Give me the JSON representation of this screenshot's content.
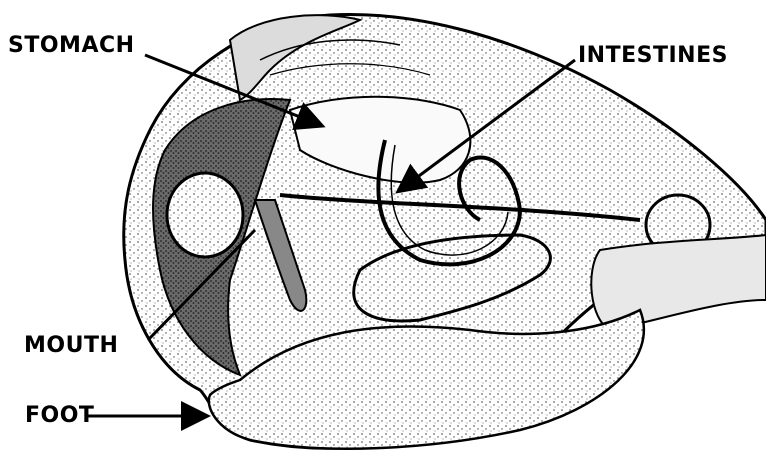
{
  "diagram": {
    "labels": {
      "stomach": "STOMACH",
      "intestines": "INTESTINES",
      "mouth": "MOUTH",
      "foot": "FOOT"
    },
    "colors": {
      "ink": "#000000",
      "shell_shade": "#555555",
      "body_fill": "#f4f4f4",
      "background": "#ffffff"
    }
  }
}
